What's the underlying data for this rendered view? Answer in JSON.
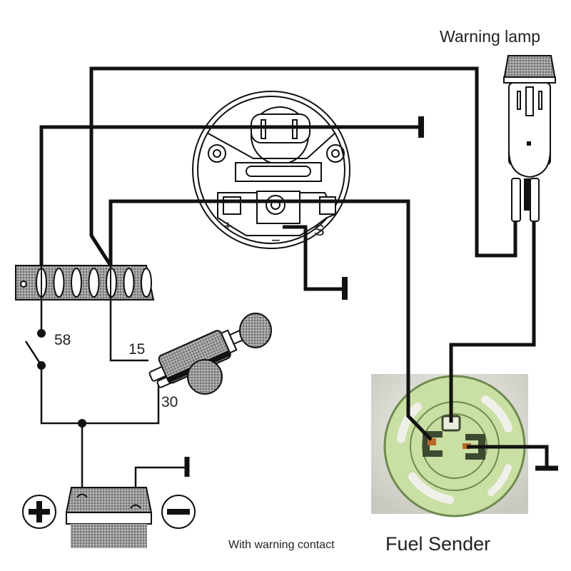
{
  "diagram": {
    "title": "Fuel gauge wiring diagram with warning contact",
    "labels": {
      "warning_lamp": "Warning lamp",
      "fuel_sender": "Fuel Sender",
      "caption": "With warning contact",
      "terminal_58": "58",
      "terminal_15": "15",
      "terminal_30": "30",
      "gauge_plus": "+",
      "gauge_minus": "−",
      "gauge_s": "S",
      "battery_plus": "+",
      "battery_minus": "−"
    },
    "components": [
      {
        "id": "fuel-gauge",
        "name": "Fuel gauge (rear view)",
        "terminals": [
          "+",
          "−",
          "S"
        ]
      },
      {
        "id": "warning-lamp",
        "name": "Warning lamp"
      },
      {
        "id": "fuse-box",
        "name": "Fuse box"
      },
      {
        "id": "light-switch",
        "name": "Light switch",
        "terminal": "58"
      },
      {
        "id": "ignition-switch",
        "name": "Ignition switch",
        "terminals": [
          "15",
          "30"
        ]
      },
      {
        "id": "battery",
        "name": "Battery"
      },
      {
        "id": "fuel-sender",
        "name": "Fuel Sender"
      }
    ],
    "colors": {
      "wire": "#111111",
      "sender_body": "#c9dfa4",
      "sender_dark": "#3d4a30",
      "sender_contact": "#b86a2a",
      "sender_bg": "#cfcfc6",
      "shade": "#8a8a8a"
    }
  }
}
